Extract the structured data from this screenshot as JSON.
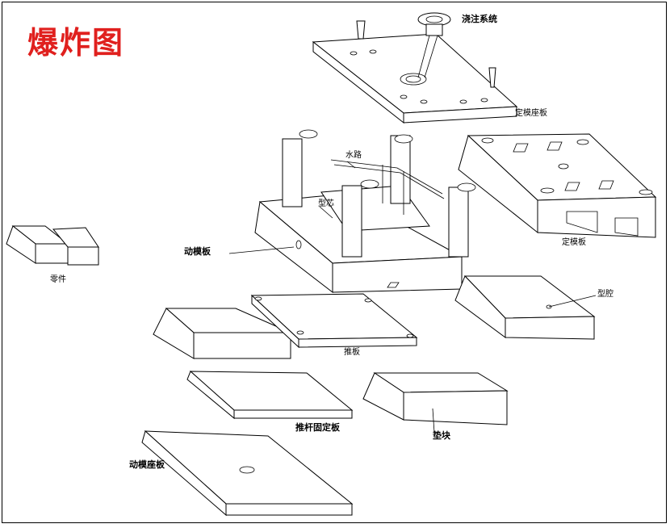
{
  "title": "爆炸图",
  "labels": {
    "sprue": "浇注系统",
    "fixed_clamp_plate": "定模座板",
    "water_channel": "水路",
    "core": "型芯",
    "moving_plate": "动模板",
    "fixed_plate": "定模板",
    "part": "零件",
    "cavity": "型腔",
    "push_plate": "推板",
    "ejector_retainer": "推杆固定板",
    "spacer_block": "垫块",
    "moving_clamp_plate": "动模座板"
  }
}
